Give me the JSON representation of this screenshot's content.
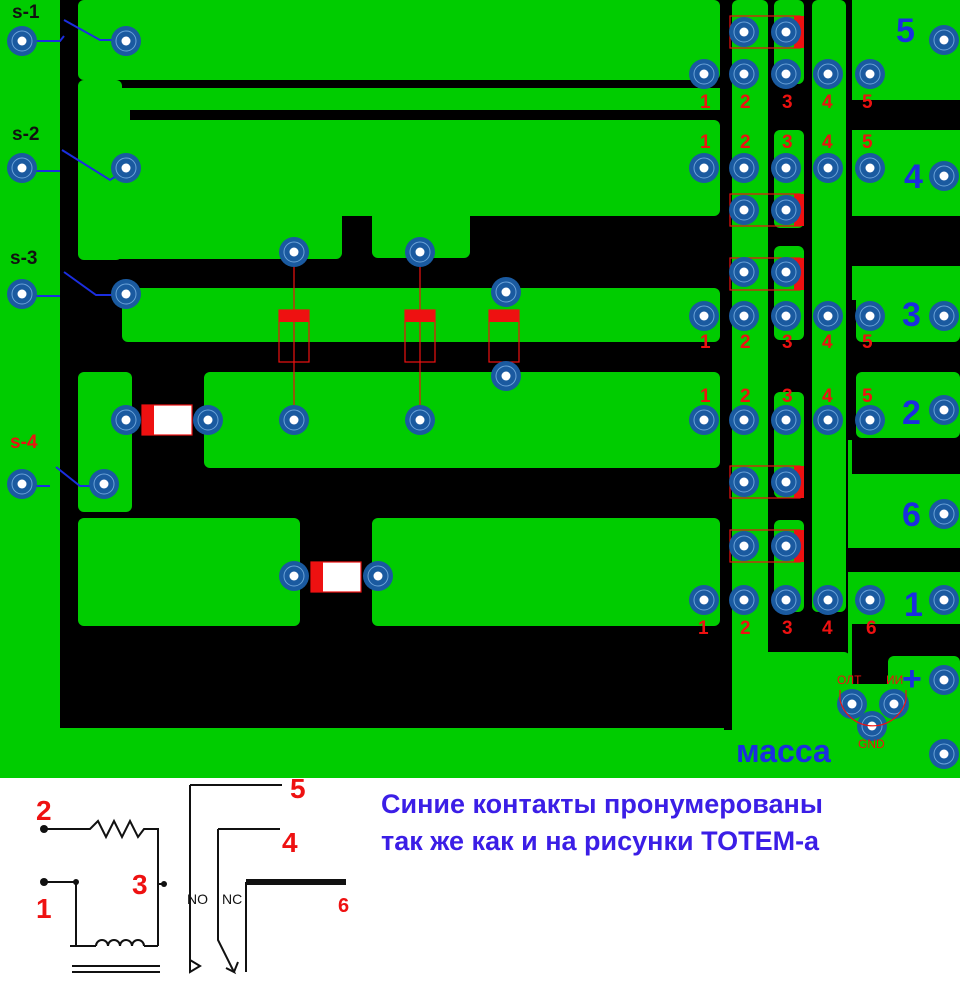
{
  "switch_labels": [
    "s-1",
    "s-2",
    "s-3",
    "s-4"
  ],
  "contact_row_labels": {
    "row1": [
      "1",
      "2",
      "3",
      "4",
      "5"
    ],
    "row2": [
      "1",
      "2",
      "3",
      "4",
      "5"
    ],
    "row3": [
      "1",
      "2",
      "3",
      "4",
      "5"
    ],
    "row4": [
      "1",
      "2",
      "3",
      "4",
      "5"
    ],
    "row5": [
      "1",
      "2",
      "3",
      "4",
      "6"
    ]
  },
  "blue_contacts": [
    "5",
    "4",
    "3",
    "2",
    "6",
    "1",
    "+"
  ],
  "ground_label": "масса",
  "connector_labels": {
    "left": "ОЛТ",
    "right": "ИИ",
    "bottom": "GND"
  },
  "schematic": {
    "pin_labels": [
      "2",
      "1",
      "3",
      "5",
      "4",
      "6"
    ],
    "no_label": "NO",
    "nc_label": "NC"
  },
  "caption": {
    "line1": "Синие контакты пронумерованы",
    "line2": "так же как и на рисунки TOTEM-а"
  },
  "colors": {
    "board": "#00cc00",
    "copper_gap": "#000000",
    "pad_ring": "#1a5aa0",
    "diode": "#ee1111",
    "label_red": "#ee1111",
    "label_blue": "#1b2ee0",
    "caption": "#3b1ee6"
  }
}
